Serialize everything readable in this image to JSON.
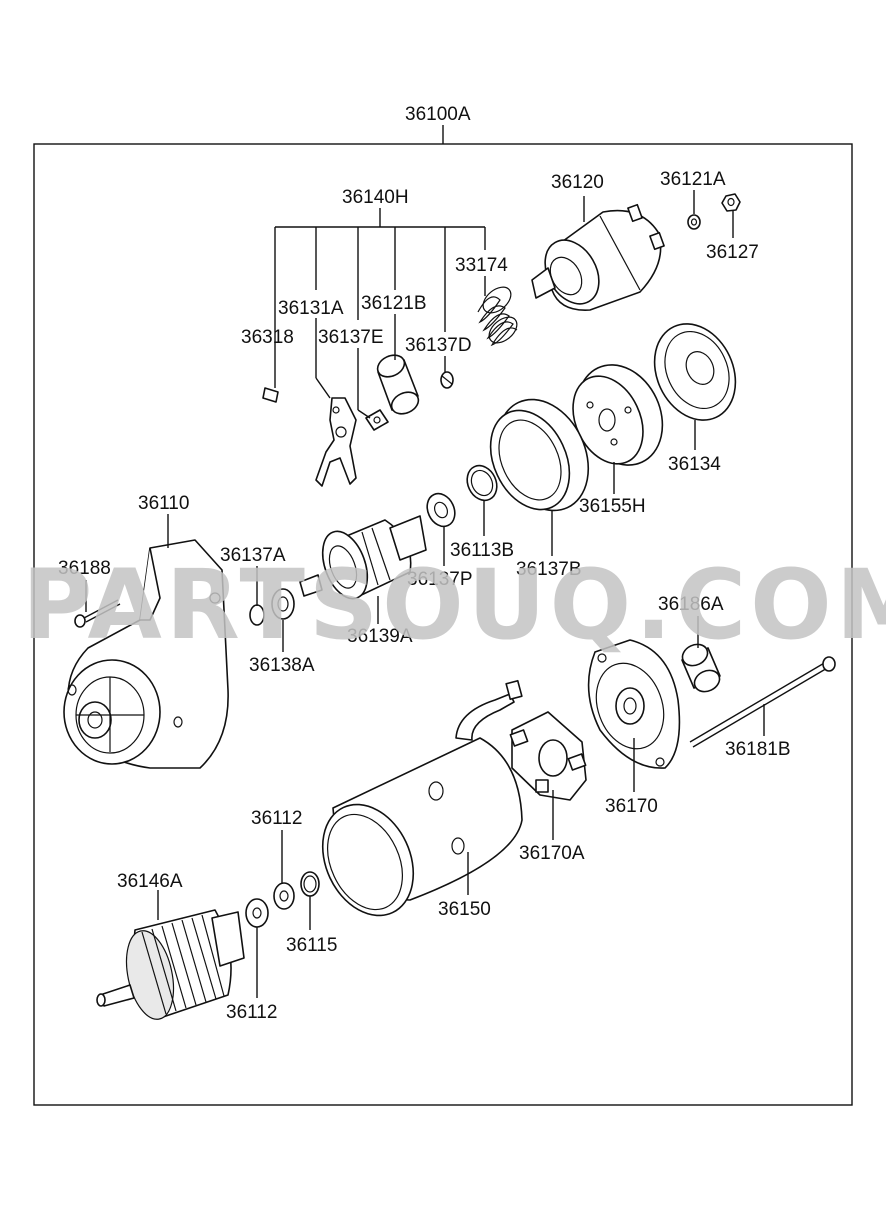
{
  "diagram": {
    "assembly_label": "36100A",
    "watermark": "PARTSOUQ.COM",
    "labels": {
      "p36140H": "36140H",
      "p36120": "36120",
      "p36121A": "36121A",
      "p36127": "36127",
      "p33174": "33174",
      "p36131A": "36131A",
      "p36121B": "36121B",
      "p36318": "36318",
      "p36137E": "36137E",
      "p36137D": "36137D",
      "p36134": "36134",
      "p36155H": "36155H",
      "p36110": "36110",
      "p36113B": "36113B",
      "p36137B": "36137B",
      "p36188": "36188",
      "p36137A": "36137A",
      "p36137P": "36137P",
      "p36186A": "36186A",
      "p36139A": "36139A",
      "p36138A": "36138A",
      "p36181B": "36181B",
      "p36170": "36170",
      "p36112a": "36112",
      "p36170A": "36170A",
      "p36146A": "36146A",
      "p36150": "36150",
      "p36115": "36115",
      "p36112b": "36112"
    }
  }
}
